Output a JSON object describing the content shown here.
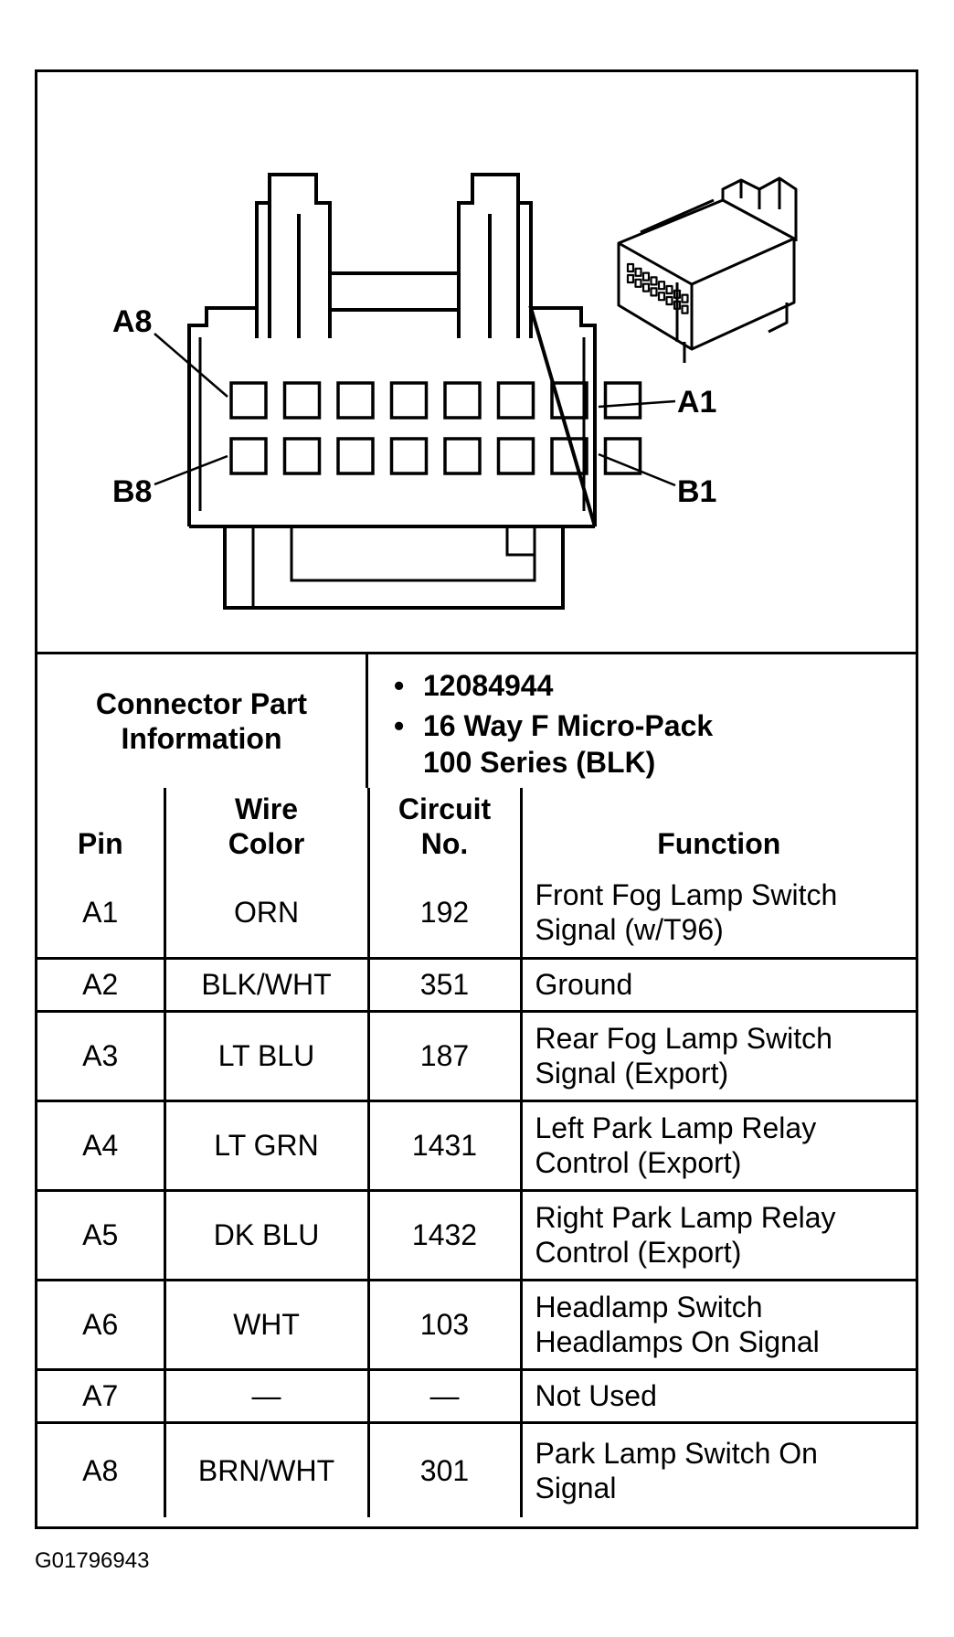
{
  "diagram": {
    "labels": {
      "a8": "A8",
      "a1": "A1",
      "b8": "B8",
      "b1": "B1"
    },
    "iso_connector_icon": "connector-isometric-icon"
  },
  "connector_info": {
    "label_line1": "Connector Part",
    "label_line2": "Information",
    "part_number": "12084944",
    "description_line1": "16 Way F Micro-Pack",
    "description_line2": "100 Series (BLK)"
  },
  "table": {
    "headers": {
      "pin": "Pin",
      "wire_color_line1": "Wire",
      "wire_color_line2": "Color",
      "circuit_line1": "Circuit",
      "circuit_line2": "No.",
      "function": "Function"
    },
    "rows": [
      {
        "pin": "A1",
        "color": "ORN",
        "circuit": "192",
        "function_line1": "Front Fog Lamp Switch",
        "function_line2": "Signal (w/T96)"
      },
      {
        "pin": "A2",
        "color": "BLK/WHT",
        "circuit": "351",
        "function_line1": "Ground",
        "function_line2": ""
      },
      {
        "pin": "A3",
        "color": "LT BLU",
        "circuit": "187",
        "function_line1": "Rear Fog Lamp Switch",
        "function_line2": "Signal (Export)"
      },
      {
        "pin": "A4",
        "color": "LT GRN",
        "circuit": "1431",
        "function_line1": "Left Park Lamp Relay",
        "function_line2": "Control (Export)"
      },
      {
        "pin": "A5",
        "color": "DK BLU",
        "circuit": "1432",
        "function_line1": "Right Park Lamp Relay",
        "function_line2": "Control (Export)"
      },
      {
        "pin": "A6",
        "color": "WHT",
        "circuit": "103",
        "function_line1": "Headlamp Switch",
        "function_line2": "Headlamps On Signal"
      },
      {
        "pin": "A7",
        "color": "—",
        "circuit": "—",
        "function_line1": "Not Used",
        "function_line2": ""
      },
      {
        "pin": "A8",
        "color": "BRN/WHT",
        "circuit": "301",
        "function_line1": "Park Lamp Switch On",
        "function_line2": "Signal"
      }
    ]
  },
  "figure_id": "G01796943"
}
